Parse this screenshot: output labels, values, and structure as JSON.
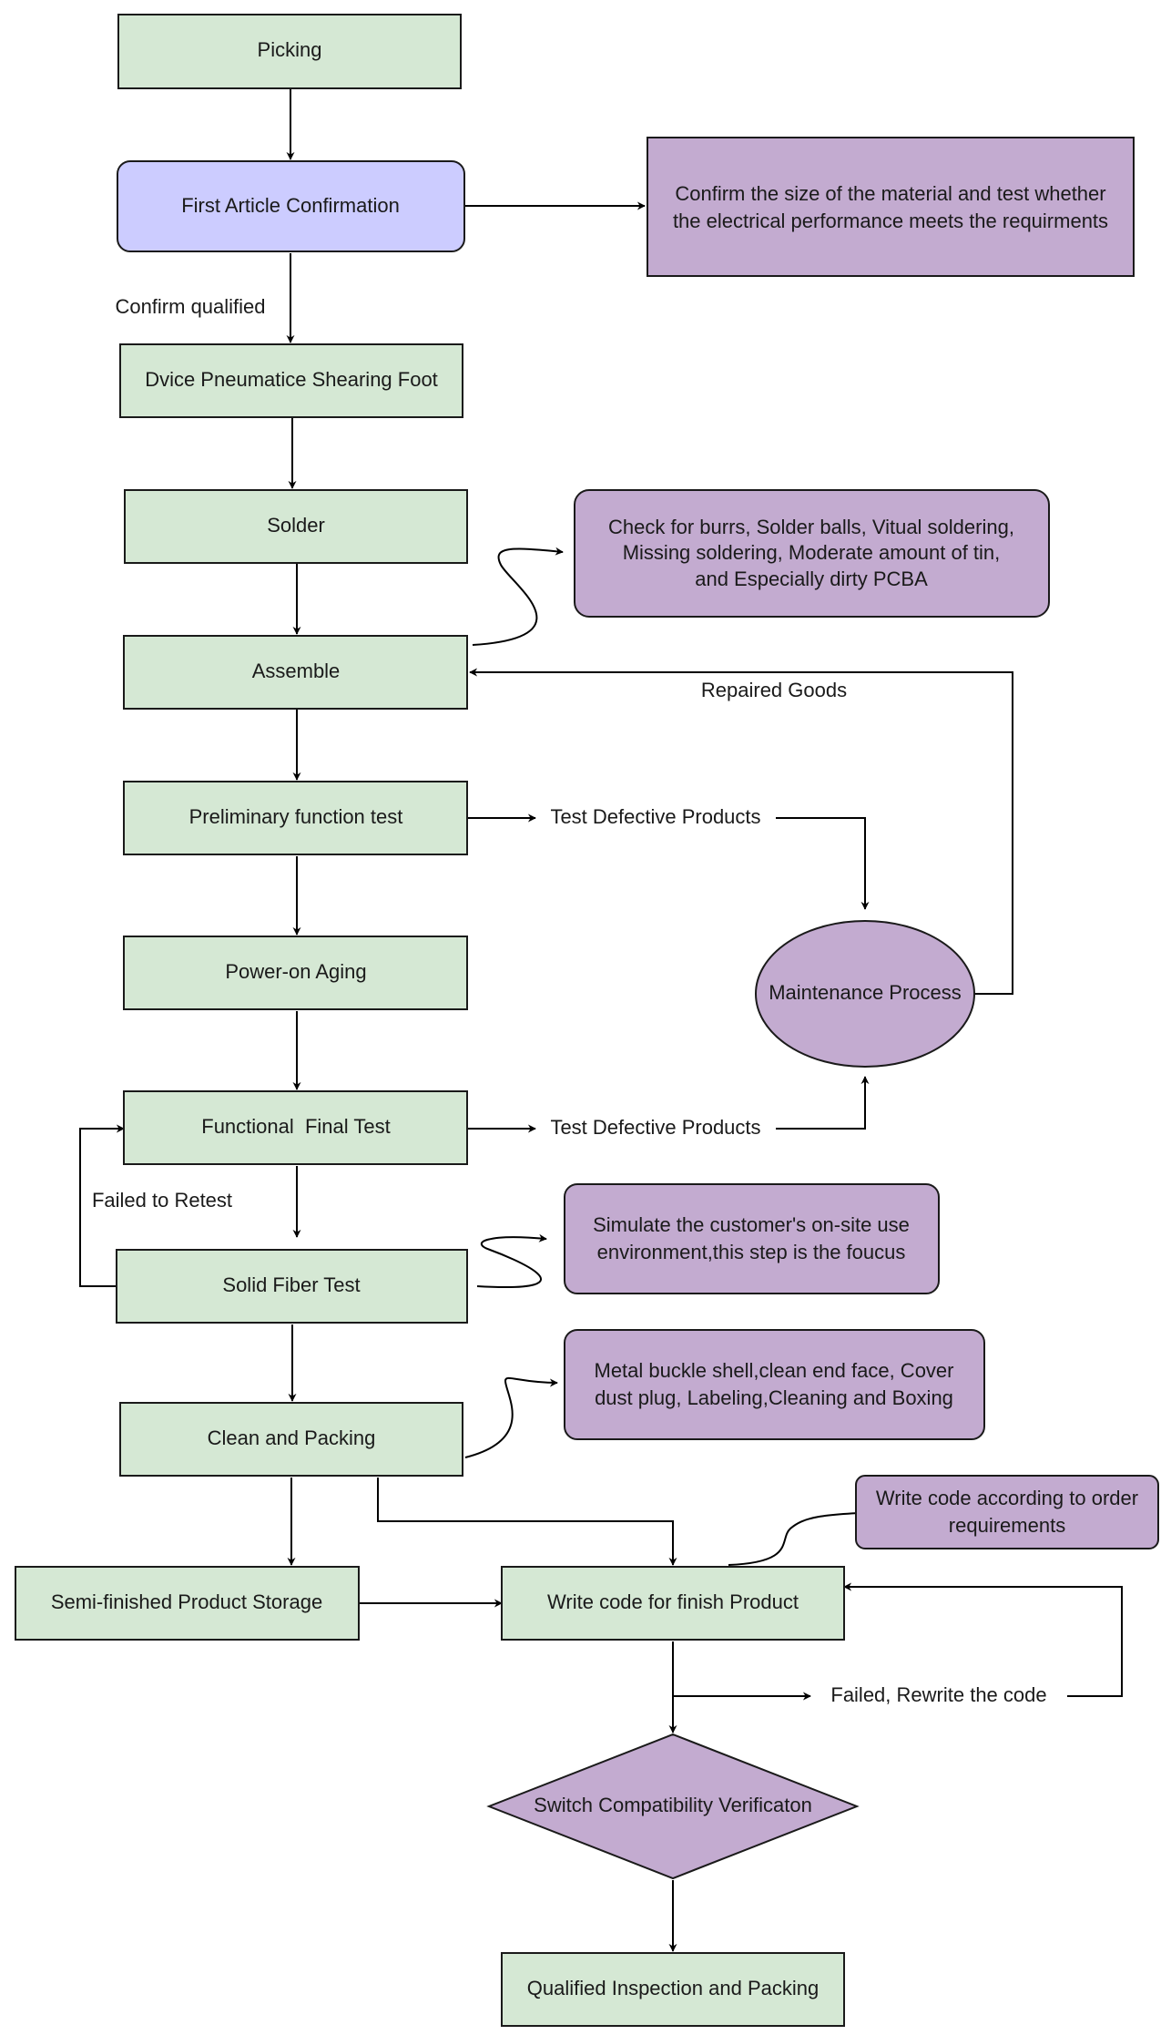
{
  "nodes": {
    "picking": "Picking",
    "first_article": "First Article Confirmation",
    "confirm_size": [
      "Confirm the size of the material and test whether",
      "the electrical performance meets the requirments"
    ],
    "dvice": "Dvice Pneumatice Shearing Foot",
    "solder": "Solder",
    "check_burrs": [
      "Check for burrs, Solder balls, Vitual soldering,",
      "Missing soldering, Moderate amount of tin,",
      "and Especially dirty PCBA"
    ],
    "assemble": "Assemble",
    "preliminary": "Preliminary function test",
    "maintenance": "Maintenance Process",
    "aging": "Power-on Aging",
    "final_test": "Functional  Final Test",
    "solid_fiber": "Solid Fiber Test",
    "simulate": [
      "Simulate the customer's on-site use",
      "environment,this step is the foucus"
    ],
    "clean_packing": "Clean and Packing",
    "metal_buckle": [
      "Metal buckle shell,clean end face, Cover",
      "dust plug, Labeling,Cleaning and Boxing"
    ],
    "semi_storage": "Semi-finished Product Storage",
    "write_code": "Write code for finish Product",
    "write_code_note": [
      "Write code according to order",
      "requirements"
    ],
    "switch": "Switch Compatibility Verificaton",
    "qualified": "Qualified Inspection and Packing"
  },
  "labels": {
    "confirm_qualified": "Confirm qualified",
    "repaired_goods": "Repaired Goods",
    "test_defective_1": "Test Defective Products",
    "test_defective_2": "Test Defective Products",
    "failed_retest": "Failed to Retest",
    "failed_rewrite": "Failed, Rewrite the code"
  },
  "colors": {
    "process_fill": "#d5e8d4",
    "note_fill": "#c3abd0",
    "start_fill": "#ccccff",
    "stroke": "#1a1a1a"
  }
}
